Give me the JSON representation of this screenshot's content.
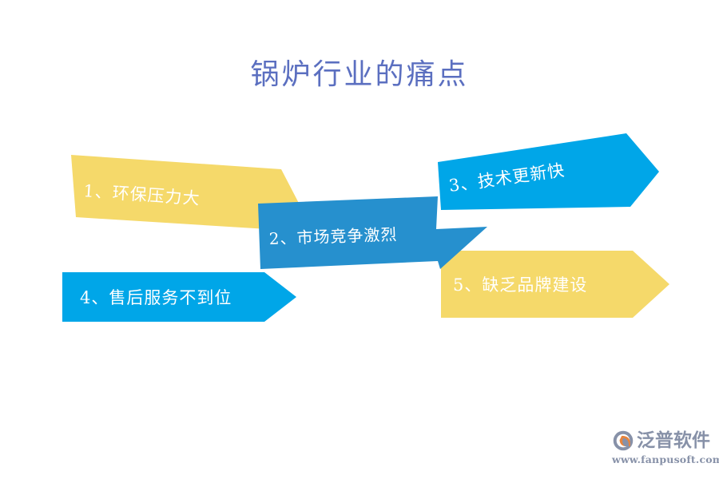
{
  "page": {
    "title": "锅炉行业的痛点",
    "title_color": "#5b6fc0",
    "background_color": "#ffffff"
  },
  "diagram": {
    "type": "arrow-list",
    "item_count": 5,
    "colors": {
      "yellow": "#f5d96a",
      "mid_blue": "#2690ce",
      "bright_blue": "#00a6e8",
      "text": "#ffffff"
    },
    "items": [
      {
        "index": "1",
        "label": "1、环保压力大",
        "color": "#f5d96a",
        "color_name": "yellow",
        "direction": "right",
        "tilted": true
      },
      {
        "index": "2",
        "label": "2、市场竞争激烈",
        "color": "#2690ce",
        "color_name": "mid_blue",
        "direction": "right",
        "tilted": true
      },
      {
        "index": "3",
        "label": "3、技术更新快",
        "color": "#00a6e8",
        "color_name": "bright_blue",
        "direction": "right",
        "tilted": true
      },
      {
        "index": "4",
        "label": "4、售后服务不到位",
        "color": "#00a6e8",
        "color_name": "bright_blue",
        "direction": "right",
        "tilted": false
      },
      {
        "index": "5",
        "label": "5、缺乏品牌建设",
        "color": "#f5d96a",
        "color_name": "yellow",
        "direction": "right",
        "tilted": false
      }
    ]
  },
  "logo": {
    "name": "泛普软件",
    "url": "www.fanpusoft.com",
    "mark_color": "#8791a8",
    "mark_accent_color": "#e8843c",
    "text_color": "#8791a8"
  }
}
